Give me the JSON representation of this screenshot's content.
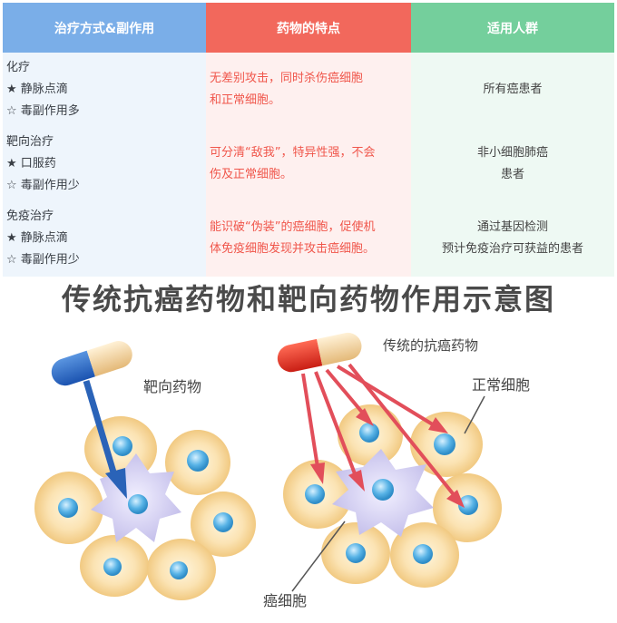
{
  "table": {
    "headers": [
      "治疗方式&副作用",
      "药物的特点",
      "适用人群"
    ],
    "header_colors": [
      "#7aaee8",
      "#f2685c",
      "#74cf9c"
    ],
    "body_colors": [
      "#eef5fc",
      "#fef0ef",
      "#eef9f3"
    ],
    "rows": [
      {
        "type": "化疗",
        "items": [
          "★ 静脉点滴",
          "☆ 毒副作用多"
        ],
        "features": [
          "无差别攻击，同时杀伤癌细胞",
          "和正常细胞。"
        ],
        "population": [
          "所有癌患者"
        ]
      },
      {
        "type": "靶向治疗",
        "items": [
          "★ 口服药",
          "☆ 毒副作用少"
        ],
        "features": [
          "可分清“敌我”，特异性强，不会",
          "伤及正常细胞。"
        ],
        "population": [
          "非小细胞肺癌",
          "患者"
        ]
      },
      {
        "type": "免疫治疗",
        "items": [
          "★ 静脉点滴",
          "☆ 毒副作用少"
        ],
        "features": [
          "能识破“伪装”的癌细胞，促使机",
          "体免疫细胞发现并攻击癌细胞。"
        ],
        "population": [
          "通过基因检测",
          "预计免疫治疗可获益的患者"
        ]
      }
    ]
  },
  "diagram": {
    "title": "传统抗癌药物和靶向药物作用示意图",
    "label_targeted": "靶向药物",
    "label_traditional": "传统的抗癌药物",
    "label_normal": "正常细胞",
    "label_cancer": "癌细胞"
  }
}
